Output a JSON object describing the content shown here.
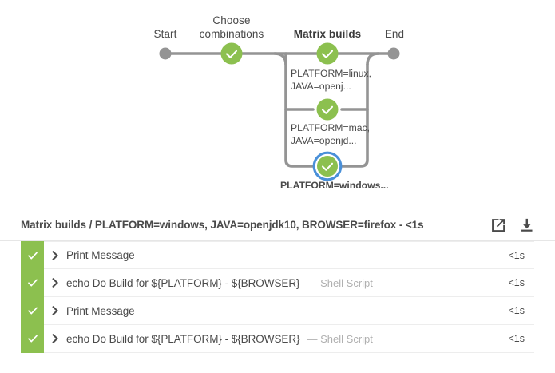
{
  "pipeline": {
    "stages": [
      {
        "name": "start-node",
        "label": "Start",
        "state": "idle",
        "selected": false
      },
      {
        "name": "stage-choose-combinations",
        "label": "Choose\ncombinations",
        "state": "success",
        "selected": false
      },
      {
        "name": "stage-matrix-builds",
        "label": "Matrix builds",
        "state": "success",
        "selected": false
      },
      {
        "name": "end-node",
        "label": "End",
        "state": "idle",
        "selected": false
      }
    ],
    "branches": [
      {
        "name": "branch-linux",
        "label": "PLATFORM=linux, JAVA=openj...",
        "state": "success",
        "selected": false
      },
      {
        "name": "branch-mac",
        "label": "PLATFORM=mac, JAVA=openjd...",
        "state": "success",
        "selected": false
      },
      {
        "name": "branch-windows",
        "label": "PLATFORM=windows...",
        "state": "success",
        "selected": true
      }
    ],
    "colors": {
      "success": "#8cc04f",
      "idle": "#949494",
      "edge": "#949494",
      "selected_ring": "#4a90d9"
    }
  },
  "log": {
    "header": {
      "title": "Matrix builds / PLATFORM=windows, JAVA=openjdk10, BROWSER=firefox - <1s",
      "actions": [
        {
          "name": "open-in-new-window-icon",
          "label": "Open log in new window"
        },
        {
          "name": "download-log-icon",
          "label": "Download log"
        }
      ]
    },
    "steps": [
      {
        "status": "success",
        "title": "Print Message",
        "type": "",
        "duration": "<1s",
        "expanded": false
      },
      {
        "status": "success",
        "title": "echo Do Build for ${PLATFORM} - ${BROWSER}",
        "type": "— Shell Script",
        "duration": "<1s",
        "expanded": false
      },
      {
        "status": "success",
        "title": "Print Message",
        "type": "",
        "duration": "<1s",
        "expanded": false
      },
      {
        "status": "success",
        "title": "echo Do Build for ${PLATFORM} - ${BROWSER}",
        "type": "— Shell Script",
        "duration": "<1s",
        "expanded": false
      }
    ]
  }
}
